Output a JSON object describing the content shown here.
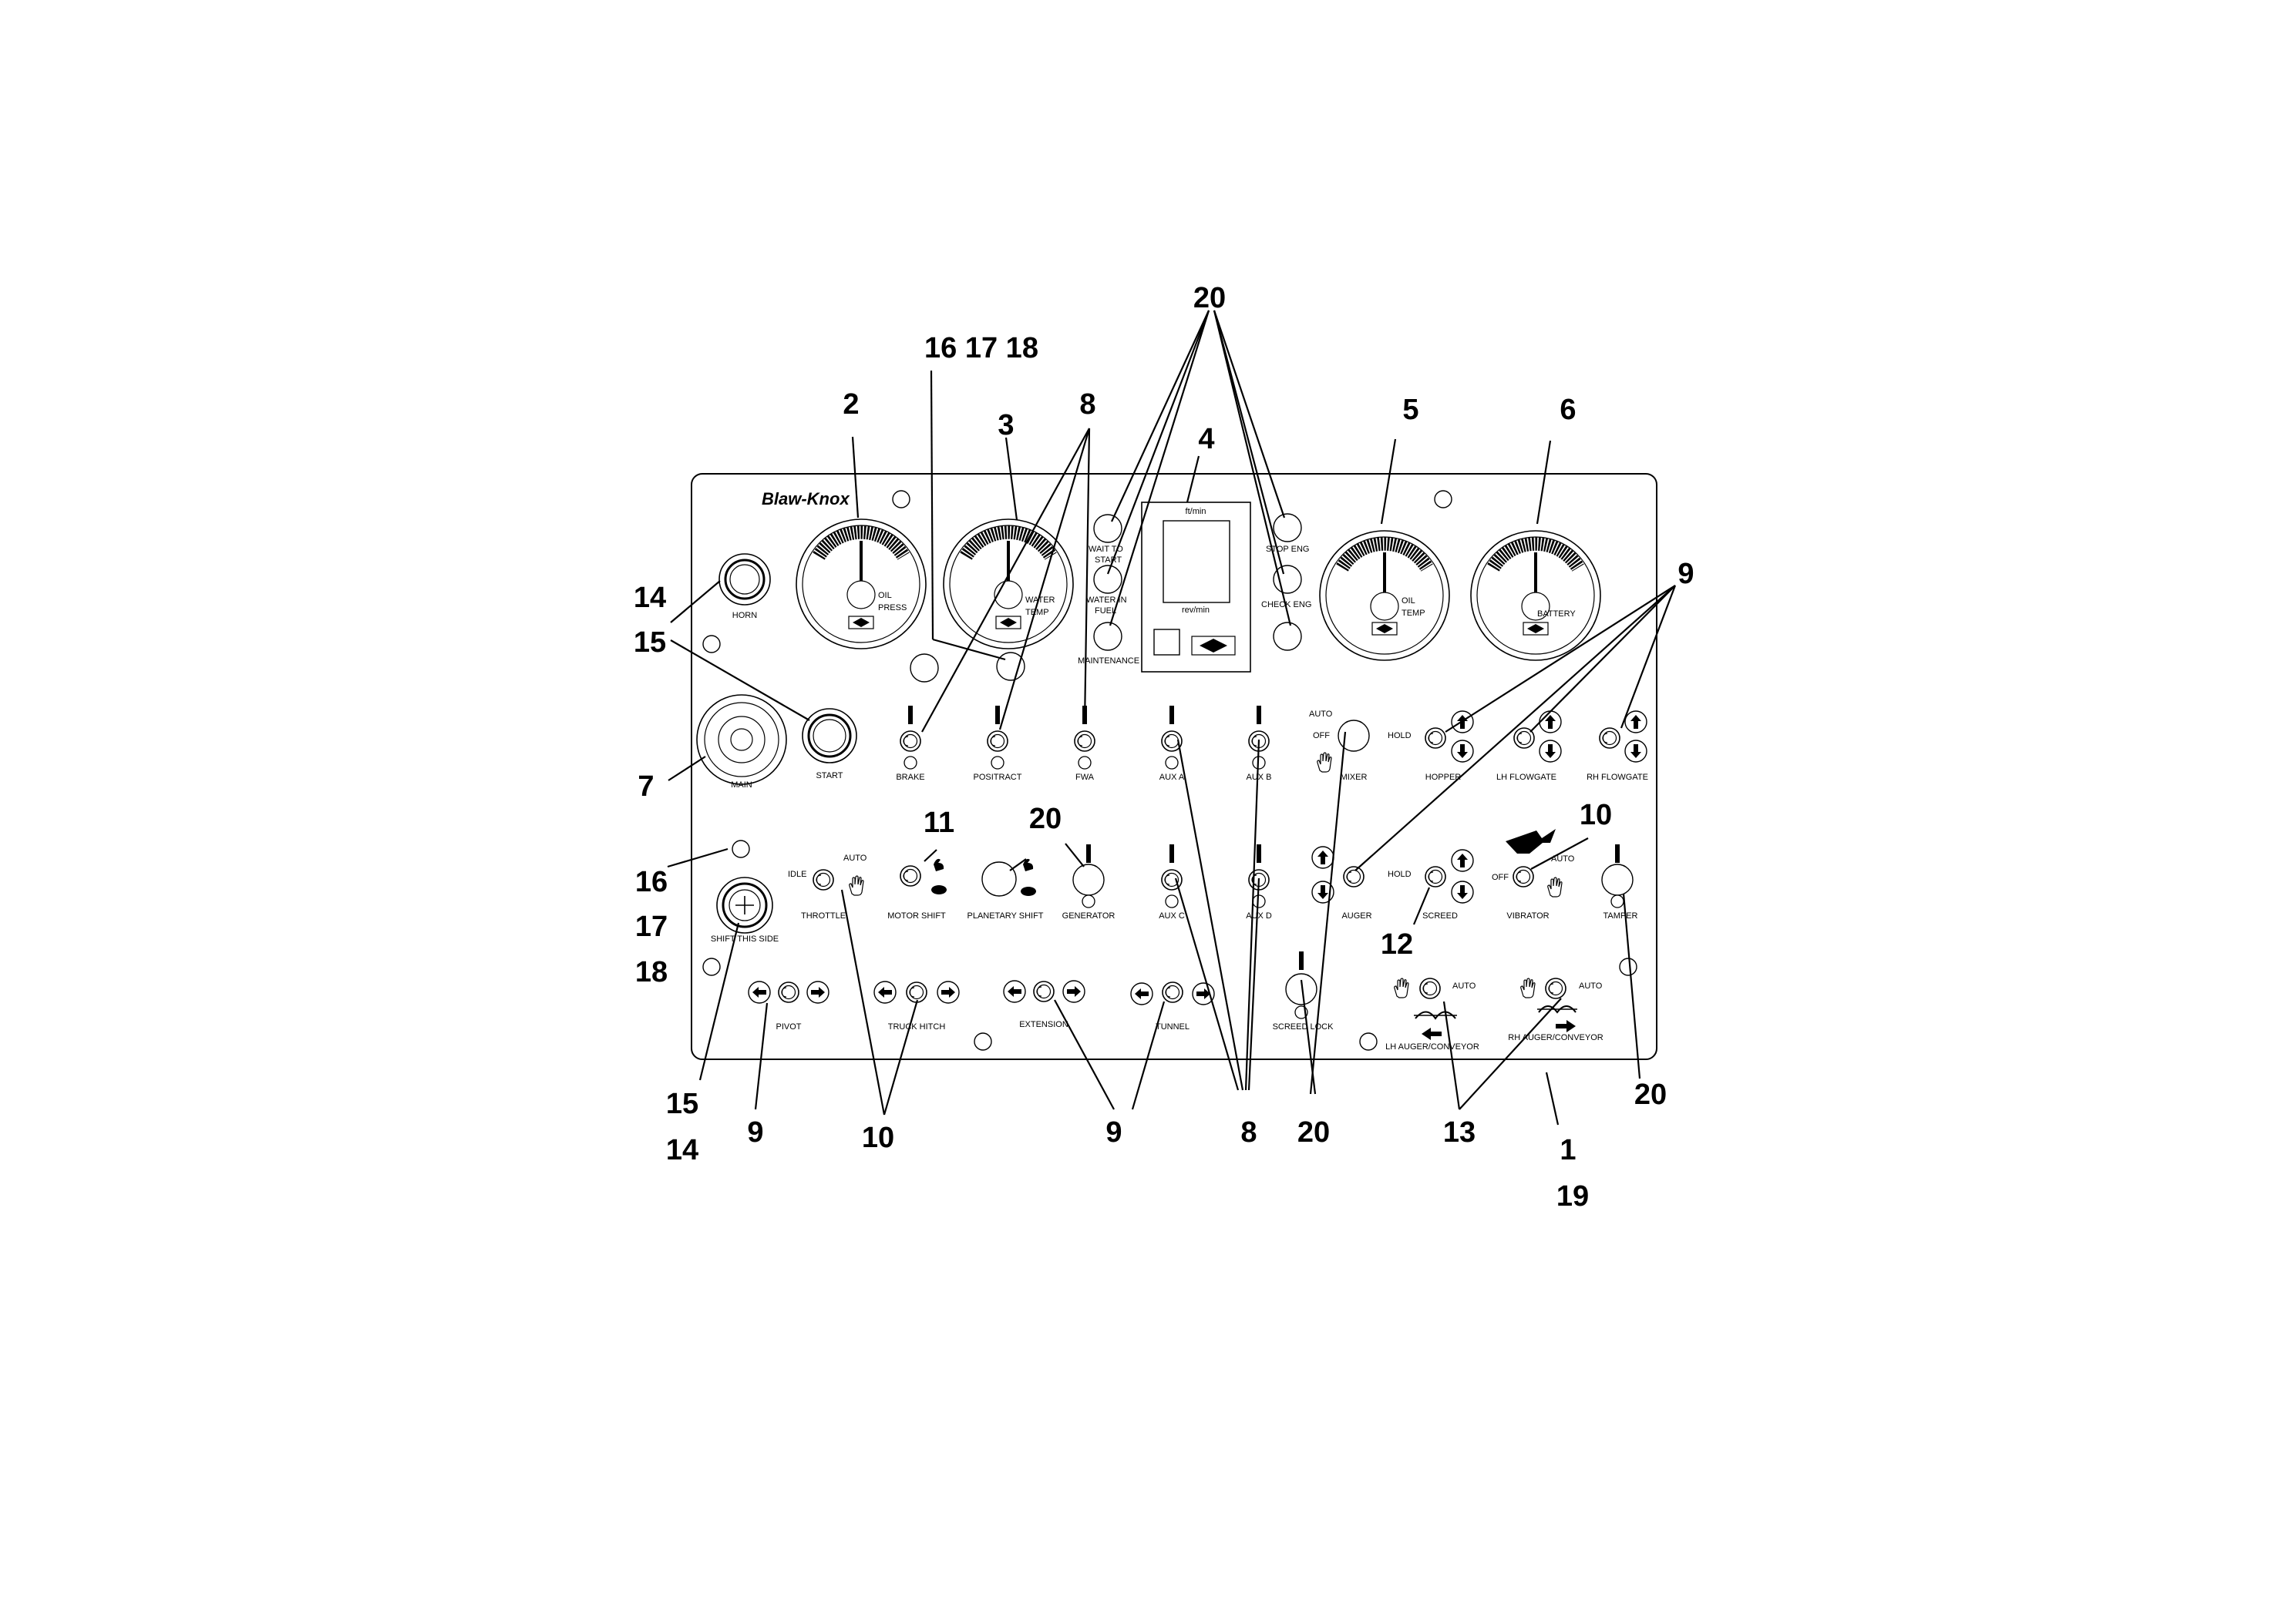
{
  "brand": "Blaw-Knox",
  "callouts": {
    "c1": "1",
    "c19": "19",
    "c2": "2",
    "c3": "3",
    "c4": "4",
    "c5": "5",
    "c6": "6",
    "c7": "7",
    "c8_top": "8",
    "c8_bottom": "8",
    "c9_left": "9",
    "c9_mid": "9",
    "c9_right": "9",
    "c10_left": "10",
    "c10_right": "10",
    "c11": "11",
    "c12": "12",
    "c13": "13",
    "c14_top": "14",
    "c15_top": "15",
    "c15_bottom": "15",
    "c14_bottom": "14",
    "c16_left": "16",
    "c17_left": "17",
    "c18_left": "18",
    "c16_17_18_top": "16 17 18",
    "c20_top": "20",
    "c20_mid": "20",
    "c20_bottom": "20",
    "c20_right": "20"
  },
  "gauges": {
    "oil_press": [
      "OIL",
      "PRESS"
    ],
    "water_temp": [
      "WATER",
      "TEMP"
    ],
    "oil_temp": [
      "OIL",
      "TEMP"
    ],
    "battery": "BATTERY"
  },
  "display": {
    "top_unit": "ft/min",
    "bottom_unit": "rev/min"
  },
  "lamps": {
    "wait_to_start": [
      "WAIT TO",
      "START"
    ],
    "water_in_fuel": [
      "WATER IN",
      "FUEL"
    ],
    "maintenance": "MAINTENANCE",
    "stop_eng": "STOP ENG",
    "check_eng": "CHECK ENG"
  },
  "buttons": {
    "horn": "HORN",
    "start": "START",
    "main": "MAIN",
    "shift_this_side": "SHIFT THIS SIDE"
  },
  "switches_row1": [
    "BRAKE",
    "POSITRACT",
    "FWA",
    "AUX A",
    "AUX B"
  ],
  "mixer": {
    "label": "MIXER",
    "auto": "AUTO",
    "off": "OFF"
  },
  "row1_right": {
    "hold": "HOLD",
    "hopper": "HOPPER",
    "lh_flowgate": "LH FLOWGATE",
    "rh_flowgate": "RH FLOWGATE"
  },
  "row2": {
    "idle": "IDLE",
    "auto": "AUTO",
    "throttle": "THROTTLE",
    "motor_shift": "MOTOR SHIFT",
    "planetary_shift": "PLANETARY SHIFT",
    "generator": "GENERATOR",
    "aux_c": "AUX C",
    "aux_d": "AUX D",
    "auger": "AUGER",
    "hold": "HOLD",
    "screed": "SCREED",
    "off": "OFF",
    "vib_auto": "AUTO",
    "vibrator": "VIBRATOR",
    "tamper": "TAMPER"
  },
  "row3": {
    "pivot": "PIVOT",
    "truck_hitch": "TRUCK HITCH",
    "extension": "EXTENSION",
    "tunnel": "TUNNEL",
    "screed_lock": "SCREED LOCK",
    "lh_auger": "LH AUGER/CONVEYOR",
    "rh_auger": "RH AUGER/CONVEYOR",
    "auto_lh": "AUTO",
    "auto_rh": "AUTO"
  }
}
